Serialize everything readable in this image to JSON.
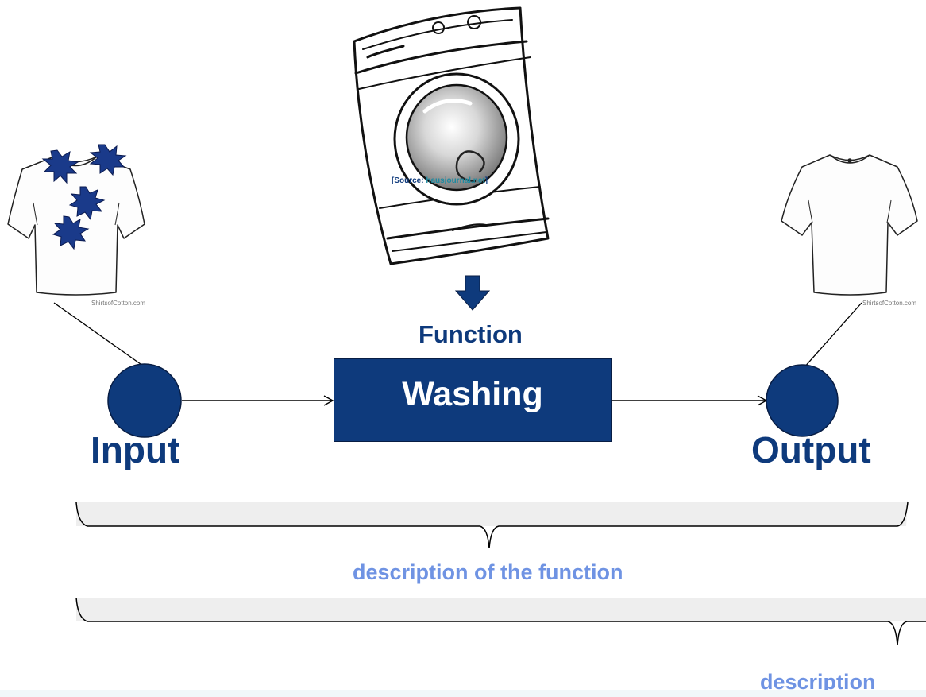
{
  "diagram": {
    "input_label": "Input",
    "output_label": "Output",
    "function_label": "Function",
    "box_label": "Washing",
    "description_1": "description of the function",
    "description_2": "description",
    "source_prefix": "[Source: ",
    "source_link": "hausjournal.net",
    "source_suffix": "]",
    "shirt_brand_left": "ShirtsofCotton.com",
    "shirt_brand_right": "ShirtsofCotton.com"
  },
  "colors": {
    "primary": "#0e3a7c",
    "description": "#6f93e3",
    "bracket_fill": "#eeeeee",
    "stain": "#1a3a8a"
  },
  "icons": {
    "washing_machine": "washing-machine-icon",
    "dirty_shirt": "dirty-tshirt-icon",
    "clean_shirt": "clean-tshirt-icon",
    "arrow_down": "arrow-down-icon"
  }
}
